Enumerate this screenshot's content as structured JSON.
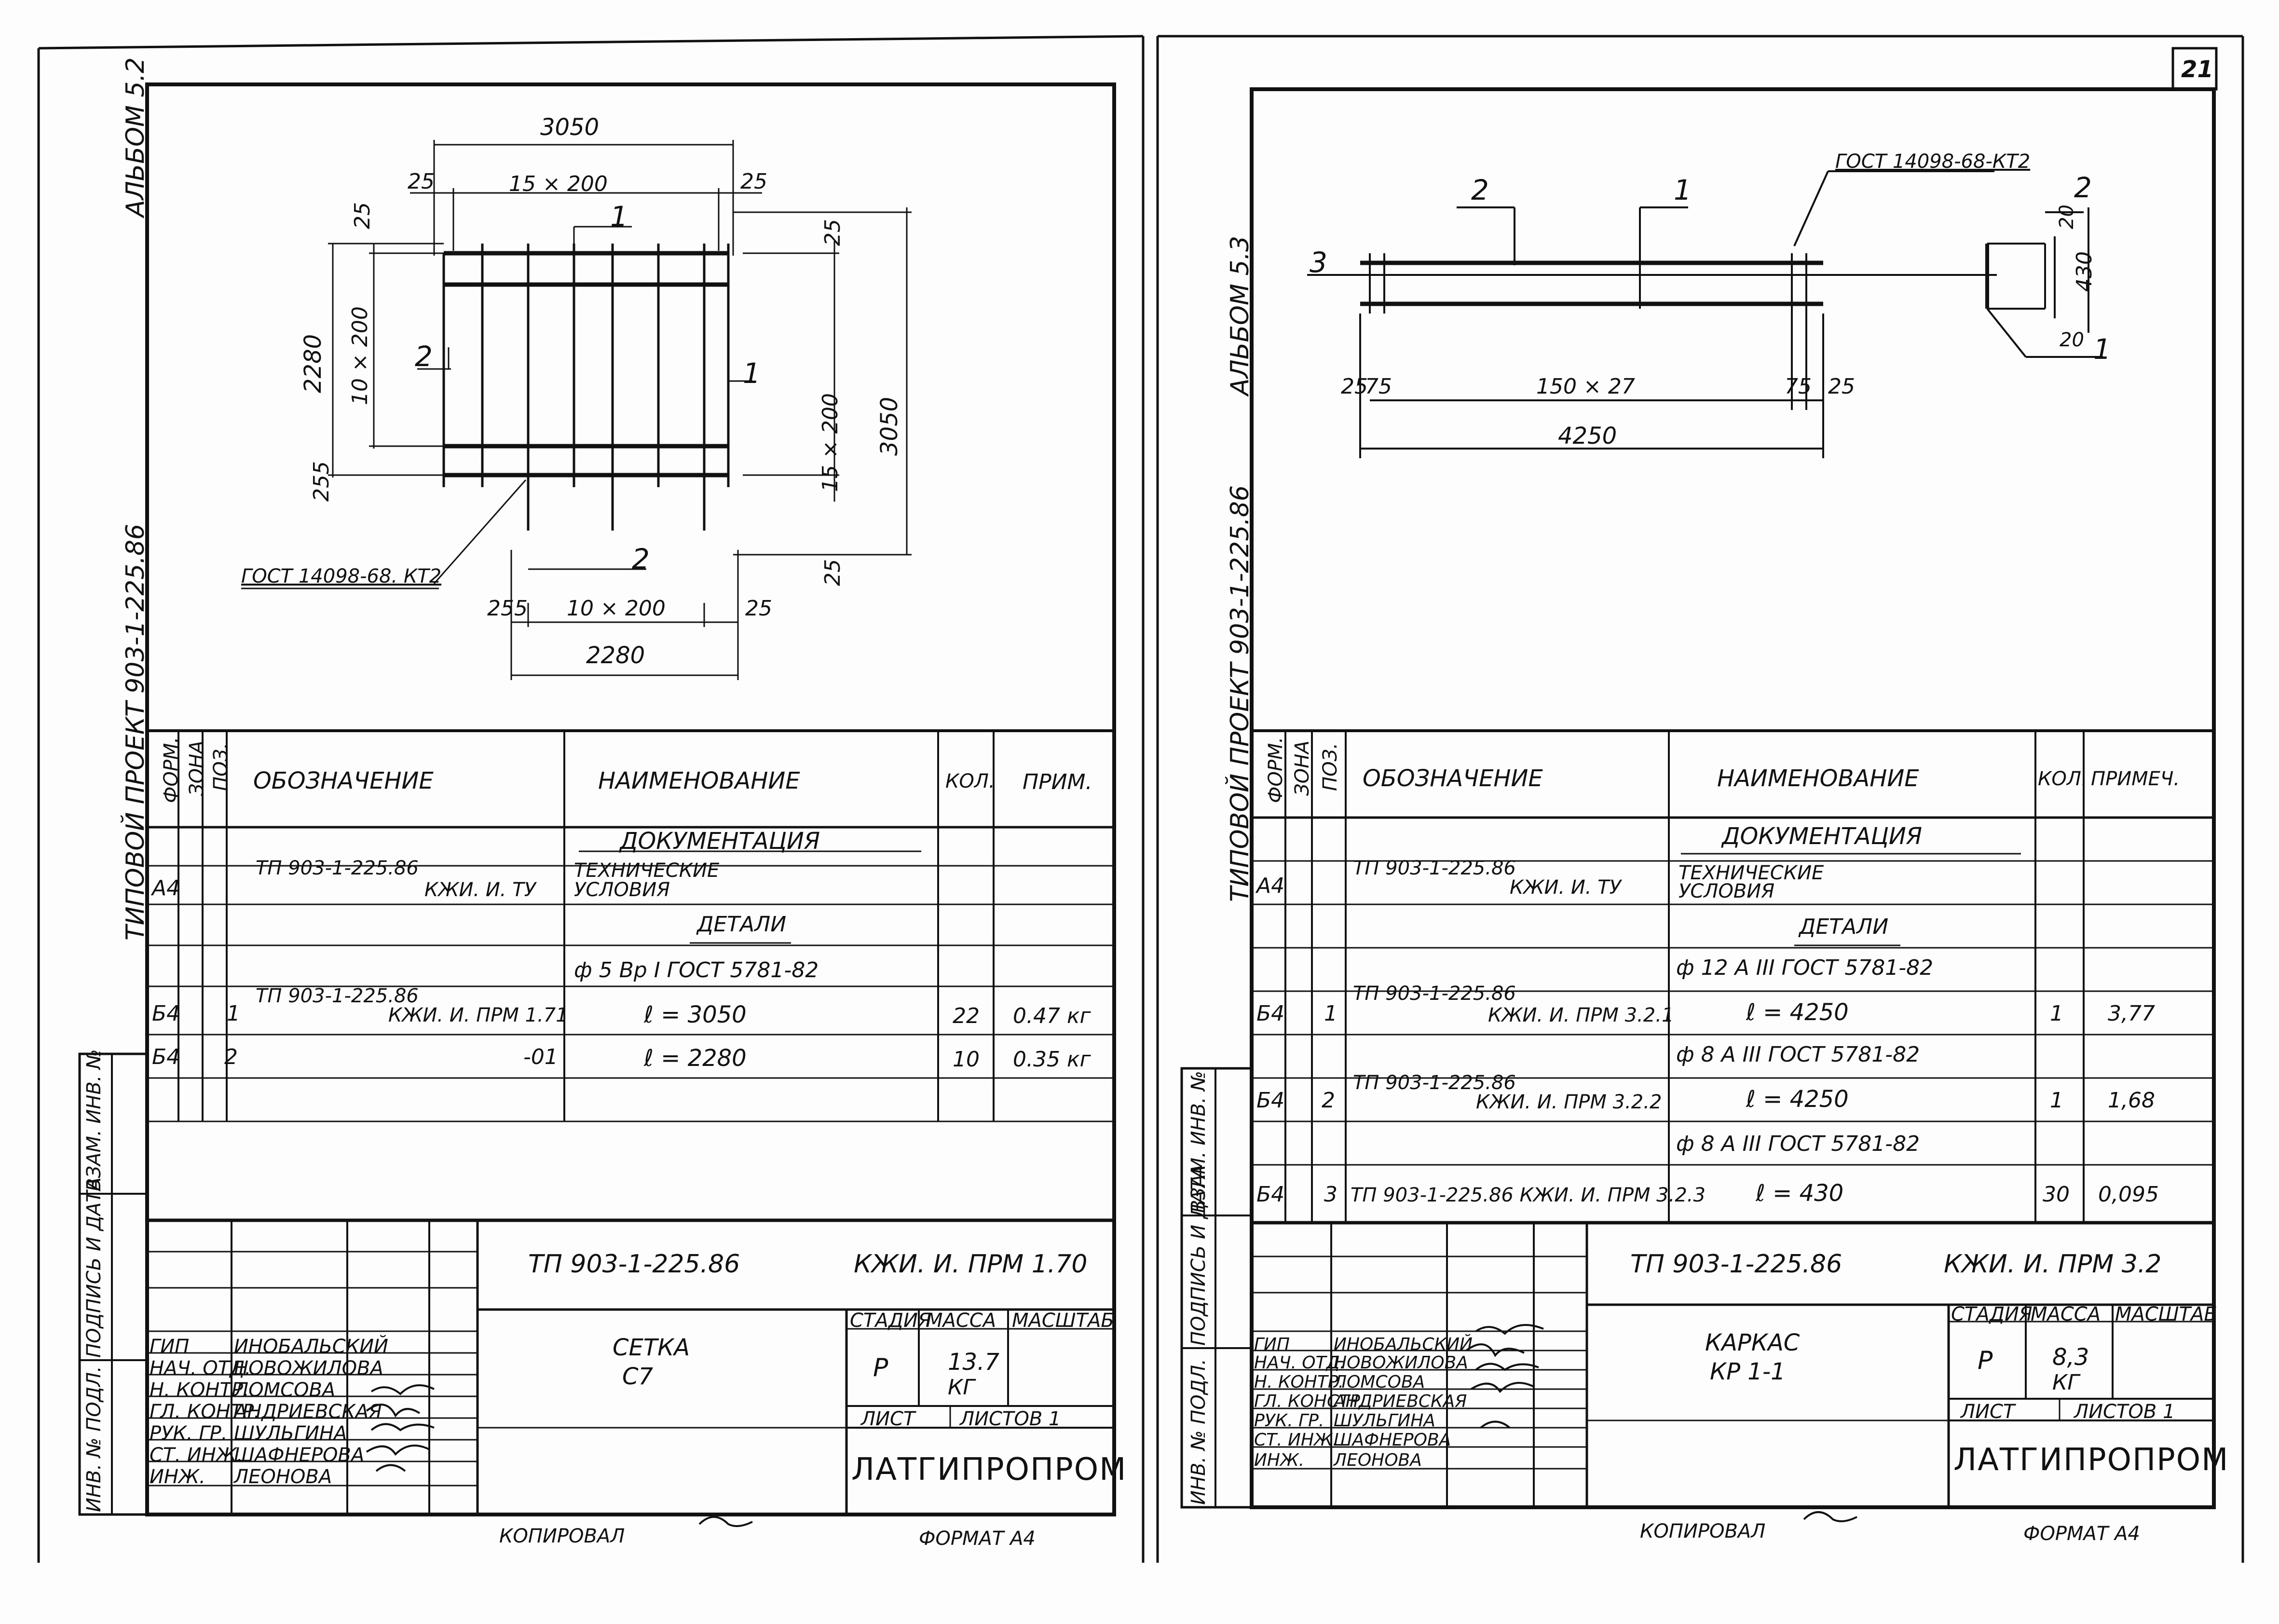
{
  "page_number": "21",
  "left": {
    "side_album": "АЛЬБОМ 5.2",
    "side_project": "ТИПОВОЙ ПРОЕКТ 903-1-225.86",
    "dims": {
      "d3050": "3050",
      "d15x200": "15 × 200",
      "d25a": "25",
      "d25b": "25",
      "d25c": "25",
      "d25d": "25",
      "d25e": "25",
      "d2280v": "2280",
      "d10x200v": "10 × 200",
      "d255a": "255",
      "d255b": "255",
      "d15x200v": "15 × 200",
      "d3050v": "3050",
      "d10x200": "10 × 200",
      "d2280": "2280"
    },
    "callouts": {
      "c1a": "1",
      "c1b": "1",
      "c2a": "2",
      "c2b": "2",
      "gost": "ГОСТ 14098-68. КТ2"
    },
    "spec_headers": {
      "form": "ФОРМ.",
      "zone": "ЗОНА",
      "pos": "ПОЗ.",
      "designation": "ОБОЗНАЧЕНИЕ",
      "name": "НАИМЕНОВАНИЕ",
      "qty": "КОЛ.",
      "note": "ПРИМ."
    },
    "spec": {
      "sec_docs": "ДОКУМЕНТАЦИЯ",
      "r1_form": "А4",
      "r1_des1": "ТП 903-1-225.86",
      "r1_des2": "КЖИ. И. ТУ",
      "r1_name1": "ТЕХНИЧЕСКИЕ",
      "r1_name2": "УСЛОВИЯ",
      "sec_parts": "ДЕТАЛИ",
      "steel": "ф 5 Вр I   ГОСТ 5781-82",
      "r2_form": "Б4",
      "r2_pos": "1",
      "r2_des1": "ТП 903-1-225.86",
      "r2_des2": "КЖИ. И. ПРМ 1.71",
      "r2_name": "ℓ = 3050",
      "r2_qty": "22",
      "r2_note": "0.47 кг",
      "r3_form": "Б4",
      "r3_pos": "2",
      "r3_des": "-01",
      "r3_name": "ℓ = 2280",
      "r3_qty": "10",
      "r3_note": "0.35 кг"
    },
    "side_cols": [
      "ВЗАМ. ИНВ. №",
      "ПОДПИСЬ И ДАТА",
      "ИНВ. № ПОДЛ."
    ],
    "title_block": {
      "code1": "ТП  903-1-225.86",
      "code2": "КЖИ. И. ПРМ 1.70",
      "roles": [
        "ГИП",
        "НАЧ. ОТД.",
        "Н. КОНТР.",
        "ГЛ. КОНТР.",
        "РУК. ГР.",
        "СТ. ИНЖ.",
        "ИНЖ."
      ],
      "names": [
        "ИНОБАЛЬСКИЙ",
        "НОВОЖИЛОВА",
        "ЛОМСОВА",
        "АНДРИЕВСКАЯ",
        "ШУЛЬГИНА",
        "ШАФНЕРОВА",
        "ЛЕОНОВА"
      ],
      "title1": "СЕТКА",
      "title2": "С7",
      "stage_h": "СТАДИЯ",
      "mass_h": "МАССА",
      "scale_h": "МАСШТАБ",
      "stage": "Р",
      "mass1": "13.7",
      "mass2": "КГ",
      "sheet": "ЛИСТ",
      "sheets": "ЛИСТОВ 1",
      "org": "ЛАТГИПРОПРОМ"
    },
    "copied": "КОПИРОВАЛ",
    "format": "ФОРМАТ  А4"
  },
  "right": {
    "side_album": "АЛЬБОМ 5.3",
    "side_project": "ТИПОВОЙ ПРОЕКТ 903-1-225.86",
    "dims": {
      "d25a": "25",
      "d75a": "75",
      "d150x27": "150 × 27",
      "d75b": "75",
      "d25b": "25",
      "d4250": "4250",
      "d20a": "20",
      "d430": "430",
      "d20b": "20"
    },
    "callouts": {
      "c2a": "2",
      "c1": "1",
      "c3": "3",
      "c2b": "2",
      "c1b": "1",
      "gost": "ГОСТ 14098-68-КТ2"
    },
    "spec_headers": {
      "form": "ФОРМ.",
      "zone": "ЗОНА",
      "pos": "ПОЗ.",
      "designation": "ОБОЗНАЧЕНИЕ",
      "name": "НАИМЕНОВАНИЕ",
      "qty": "КОЛ.",
      "note": "ПРИМЕЧ."
    },
    "spec": {
      "sec_docs": "ДОКУМЕНТАЦИЯ",
      "r1_form": "А4",
      "r1_des1": "ТП 903-1-225.86",
      "r1_des2": "КЖИ. И. ТУ",
      "r1_name1": "ТЕХНИЧЕСКИЕ",
      "r1_name2": "УСЛОВИЯ",
      "sec_parts": "ДЕТАЛИ",
      "steel1": "ф 12 А III   ГОСТ 5781-82",
      "r2_form": "Б4",
      "r2_pos": "1",
      "r2_des1": "ТП 903-1-225.86",
      "r2_des2": "КЖИ. И. ПРМ 3.2.1",
      "r2_name": "ℓ = 4250",
      "r2_qty": "1",
      "r2_note": "3,77",
      "steel2": "ф 8 А III   ГОСТ 5781-82",
      "r3_form": "Б4",
      "r3_pos": "2",
      "r3_des1": "ТП 903-1-225.86",
      "r3_des2": "КЖИ. И. ПРМ 3.2.2",
      "r3_name": "ℓ = 4250",
      "r3_qty": "1",
      "r3_note": "1,68",
      "steel3": "ф 8 А III   ГОСТ 5781-82",
      "r4_form": "Б4",
      "r4_pos": "3",
      "r4_des": "ТП 903-1-225.86 КЖИ. И. ПРМ 3.2.3",
      "r4_name": "ℓ = 430",
      "r4_qty": "30",
      "r4_note": "0,095"
    },
    "side_cols": [
      "ВЗАМ. ИНВ. №",
      "ПОДПИСЬ И ДАТА",
      "ИНВ. № ПОДЛ."
    ],
    "title_block": {
      "code1": "ТП  903-1-225.86",
      "code2": "КЖИ. И. ПРМ 3.2",
      "roles": [
        "ГИП",
        "НАЧ. ОТД.",
        "Н. КОНТР.",
        "ГЛ. КОНСТР.",
        "РУК. ГР.",
        "СТ. ИНЖ.",
        "ИНЖ."
      ],
      "names": [
        "ИНОБАЛЬСКИЙ",
        "НОВОЖИЛОВА",
        "ЛОМСОВА",
        "АНДРИЕВСКАЯ",
        "ШУЛЬГИНА",
        "ШАФНЕРОВА",
        "ЛЕОНОВА"
      ],
      "title1": "КАРКАС",
      "title2": "КР 1-1",
      "stage_h": "СТАДИЯ",
      "mass_h": "МАССА",
      "scale_h": "МАСШТАБ",
      "stage": "Р",
      "mass1": "8,3",
      "mass2": "КГ",
      "sheet": "ЛИСТ",
      "sheets": "ЛИСТОВ 1",
      "org": "ЛАТГИПРОПРОМ"
    },
    "copied": "КОПИРОВАЛ",
    "format": "ФОРМАТ  А4"
  }
}
